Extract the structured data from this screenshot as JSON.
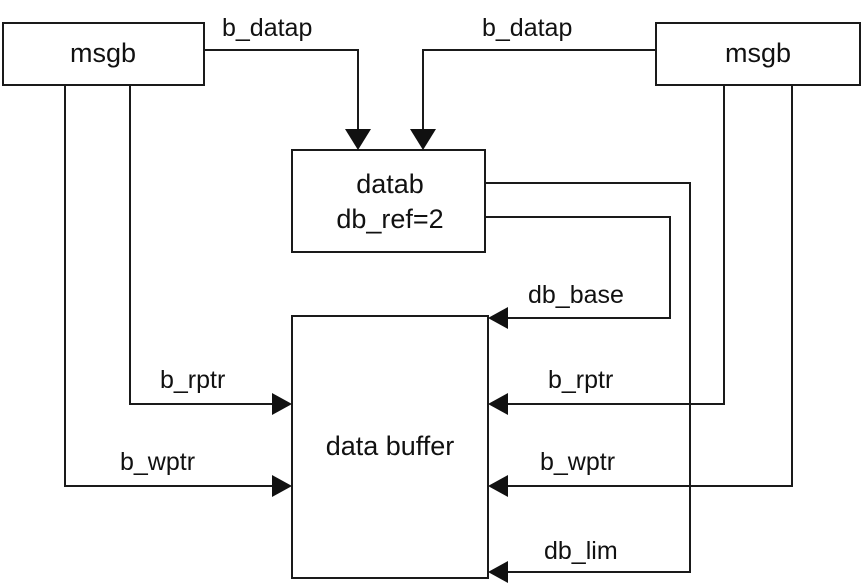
{
  "diagram": {
    "left_msgb": "msgb",
    "right_msgb": "msgb",
    "datab_line1": "datab",
    "datab_line2": "db_ref=2",
    "data_buffer": "data buffer",
    "labels": {
      "left_b_datap": "b_datap",
      "right_b_datap": "b_datap",
      "db_base": "db_base",
      "left_b_rptr": "b_rptr",
      "left_b_wptr": "b_wptr",
      "right_b_rptr": "b_rptr",
      "right_b_wptr": "b_wptr",
      "db_lim": "db_lim"
    }
  }
}
